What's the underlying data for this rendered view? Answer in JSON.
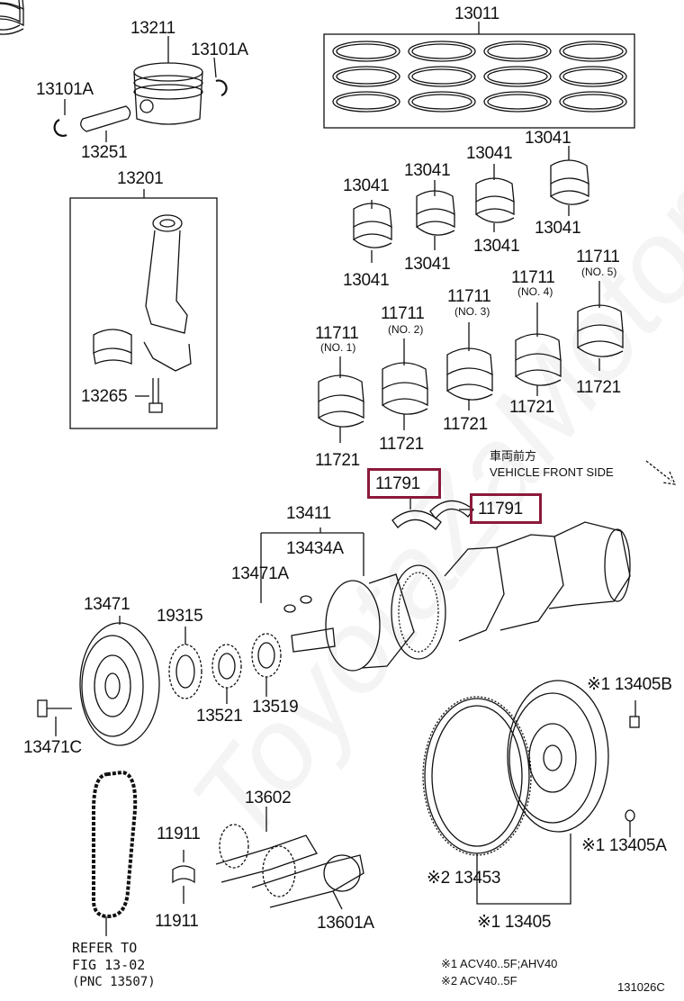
{
  "watermark": "ToyotaZaMotoru",
  "highlight_color": "#8b1a3a",
  "labels": {
    "p13011": "13011",
    "p13211": "13211",
    "p13101a_r": "13101A",
    "p13101a_l": "13101A",
    "p13251": "13251",
    "p13201": "13201",
    "p13265": "13265",
    "b1_top": "13041",
    "b1_bot": "13041",
    "b2_top": "13041",
    "b2_bot": "13041",
    "b3_top": "13041",
    "b3_bot": "13041",
    "b4_top": "13041",
    "b4_bot": "13041",
    "m1_top": "11711",
    "m1_sub": "(NO. 1)",
    "m1_bot": "11721",
    "m2_top": "11711",
    "m2_sub": "(NO. 2)",
    "m2_bot": "11721",
    "m3_top": "11711",
    "m3_sub": "(NO. 3)",
    "m3_bot": "11721",
    "m4_top": "11711",
    "m4_sub": "(NO. 4)",
    "m4_bot": "11721",
    "m5_top": "11711",
    "m5_sub": "(NO. 5)",
    "m5_bot": "11721",
    "thrust_left": "11791",
    "thrust_right": "11791",
    "front_jp": "車両前方",
    "front_en": "VEHICLE FRONT SIDE",
    "p13411": "13411",
    "p13434a": "13434A",
    "p13471a": "13471A",
    "p13471": "13471",
    "p19315": "19315",
    "p13521": "13521",
    "p13519": "13519",
    "p13471c": "13471C",
    "p13405b": "※1 13405B",
    "p13405a": "※1 13405A",
    "p13453": "※2 13453",
    "p13405": "※1 13405",
    "p13602": "13602",
    "p11911_top": "11911",
    "p11911_bot": "11911",
    "p13601a": "13601A",
    "refer_1": "REFER TO",
    "refer_2": "FIG 13-02",
    "refer_3": "(PNC 13507)",
    "note1": "※1 ACV40..5F;AHV40",
    "note2": "※2 ACV40..5F",
    "fig_code": "131026C"
  }
}
